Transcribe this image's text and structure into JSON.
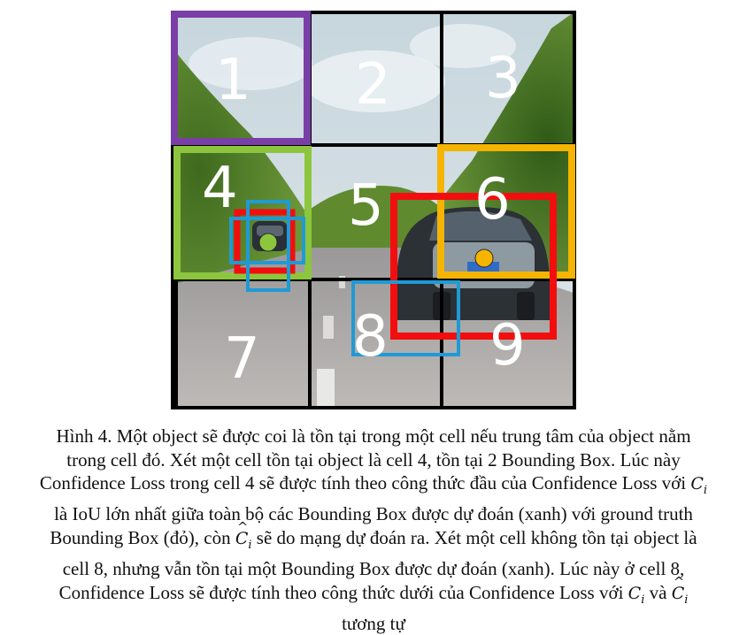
{
  "figure": {
    "cell_numbers": [
      "1",
      "2",
      "3",
      "4",
      "5",
      "6",
      "7",
      "8",
      "9"
    ],
    "colors": {
      "cell1_border": "#7a3fa6",
      "cell4_border": "#8cc63e",
      "cell6_border": "#f5b400",
      "ground_truth_box": "#f20e0e",
      "predicted_box": "#1f9ad6",
      "grid_lines": "#000000",
      "center_dot_cell4": "#8cc63e",
      "center_dot_cell6": "#f5b400"
    }
  },
  "caption": {
    "line1": "Hình 4. Một object sẽ được coi là tồn tại trong một cell nếu trung tâm của object nằm",
    "line2": "trong cell đó. Xét một cell tồn tại object là cell 4, tồn tại 2 Bounding Box. Lúc này",
    "line3_before": "Confidence Loss trong cell 4 sẽ được tính theo công thức đầu của Confidence Loss với",
    "line4_after": "là IoU lớn nhất giữa toàn bộ các Bounding Box được dự đoán (xanh) với ground truth",
    "line5_before": "Bounding Box (đỏ), còn",
    "line5_after": "sẽ do mạng dự đoán ra. Xét một cell không tồn tại object là",
    "line6": "cell 8, nhưng vẫn tồn tại một Bounding Box được dự đoán (xanh). Lúc này ở cell 8,",
    "line7_before": "Confidence Loss sẽ được tính theo công thức dưới của Confidence Loss với",
    "line7_mid": "và",
    "line8": "tương tự",
    "symbol_C": "C",
    "symbol_sub": "i"
  }
}
